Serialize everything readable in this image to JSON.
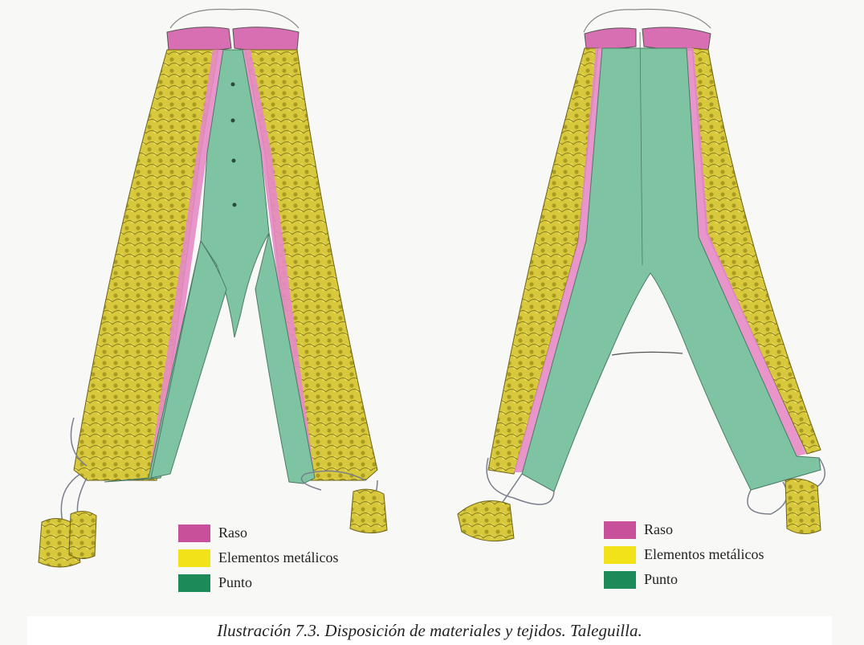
{
  "colors": {
    "raso": "#c8509a",
    "metalicos": "#f2e21a",
    "punto": "#1d8a5a",
    "punto_fill": "#7fc4a2",
    "gold_fill": "#d4c43a"
  },
  "figures": [
    {
      "view": "front",
      "legend": [
        {
          "label": "Raso",
          "color": "#c8509a"
        },
        {
          "label": "Elementos metálicos",
          "color": "#f2e21a"
        },
        {
          "label": "Punto",
          "color": "#1d8a5a"
        }
      ]
    },
    {
      "view": "back",
      "legend": [
        {
          "label": "Raso",
          "color": "#c8509a"
        },
        {
          "label": "Elementos metálicos",
          "color": "#f2e21a"
        },
        {
          "label": "Punto",
          "color": "#1d8a5a"
        }
      ]
    }
  ],
  "caption": "Ilustración 7.3. Disposición de materiales y tejidos. Taleguilla."
}
